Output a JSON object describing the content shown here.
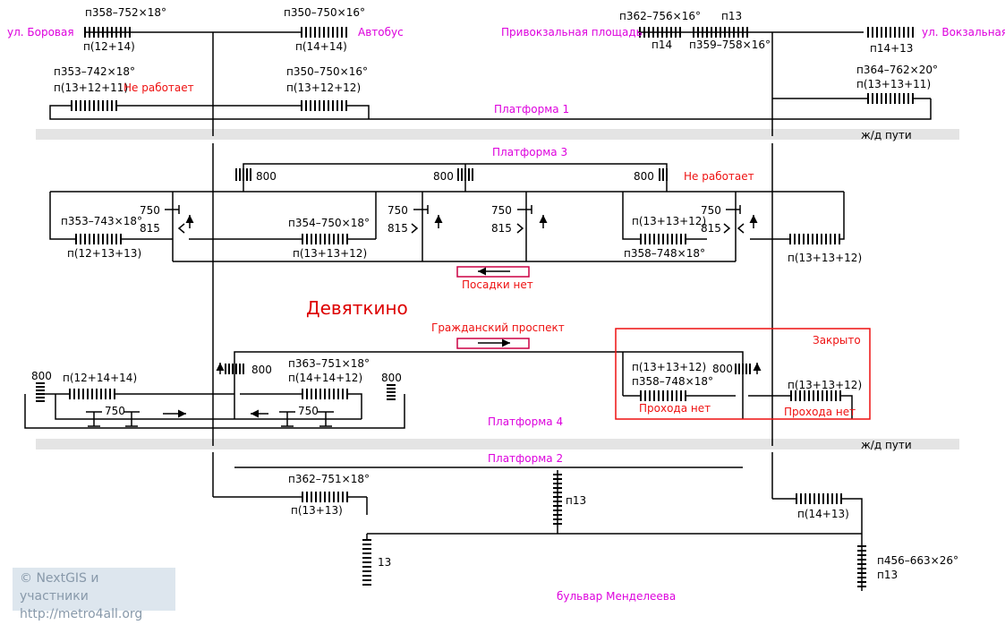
{
  "station_name": "Девяткино",
  "platforms": {
    "p1": "Платформа 1",
    "p2": "Платформа 2",
    "p3": "Платформа 3",
    "p4": "Платформа 4"
  },
  "tracks_label": "ж/д пути",
  "streets": {
    "borovaya": "ул. Боровая",
    "bus": "Автобус",
    "privokzalnaya": "Привокзальная площадь",
    "vokzalnaya": "ул. Вокзальная",
    "mendeleeva": "бульвар Менделеева"
  },
  "directions": {
    "no_boarding": "Посадки нет",
    "grazhdansky": "Гражданский проспект"
  },
  "status": {
    "not_working_1": "Не работает",
    "not_working_2": "Не работает",
    "closed": "Закрыто",
    "no_pass_1": "Прохода нет",
    "no_pass_2": "Прохода нет"
  },
  "stairs": {
    "s1_top": "п358–752×18°",
    "s1_bot": "п(12+14)",
    "s2_top": "п350–750×16°",
    "s2_bot": "п(14+14)",
    "s3_top": "п353–742×18°",
    "s3_bot": "п(13+12+11)",
    "s4_top": "п350–750×16°",
    "s4_bot": "п(13+12+12)",
    "s5_top": "п362–756×16°",
    "s5_bot": "п14",
    "s6_top": "п13",
    "s6_bot": "п359–758×16°",
    "s7_bot": "п14+13",
    "s8_top": "п364–762×20°",
    "s8_bot": "п(13+13+11)",
    "s9_top": "п353–743×18°",
    "s9_bot": "п(12+13+13)",
    "s10_top": "п354–750×18°",
    "s10_bot": "п(13+13+12)",
    "s11_top": "п(13+13+12)",
    "s11_bot": "п358–748×18°",
    "s12_bot": "п(13+13+12)",
    "s13_top": "п(12+14+14)",
    "s14_top": "п363–751×18°",
    "s14_mid": "п(14+14+12)",
    "s15_top": "п(13+13+12)",
    "s15_mid": "п358–748×18°",
    "s16_top": "п(13+13+12)",
    "s17_top": "п362–751×18°",
    "s17_bot": "п(13+13)",
    "s18_label": "п13",
    "s19_label": "13",
    "s20_bot": "п(14+13)",
    "s21_top": "п456–663×26°",
    "s21_bot": "п13"
  },
  "widths": {
    "w800": "800",
    "w750": "750",
    "w815": "815"
  },
  "credits": {
    "line1": "© NextGIS и участники",
    "line2": "http://metro4all.org"
  }
}
